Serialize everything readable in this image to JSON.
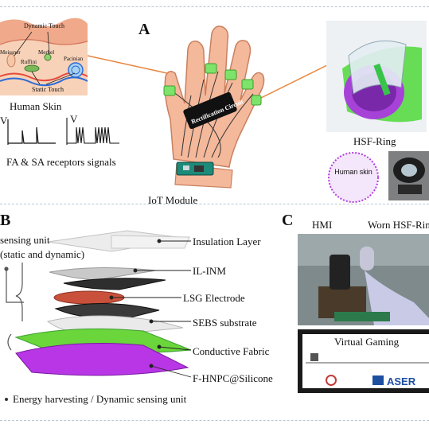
{
  "panel_a": {
    "letter": "A",
    "skin_labels": {
      "dynamic_touch": "Dynamic Touch",
      "static_touch": "Static Touch",
      "receptor_1": "Meissner",
      "receptor_2": "Ruffini",
      "receptor_3": "Merkel",
      "receptor_4": "Pacinian"
    },
    "human_skin": "Human Skin",
    "v_label": "V",
    "signals_caption": "FA & SA receptors signals",
    "rectification_circuit": "Rectification Circuit",
    "iot_module": "IoT Module",
    "hsf_ring": "HSF-Ring",
    "human_skin_circle": "Human skin"
  },
  "panel_b": {
    "letter": "B",
    "sensing_unit": "sensing unit",
    "sensing_unit_sub": "(static and dynamic)",
    "layers": [
      "Insulation Layer",
      "IL-INM",
      "LSG Electrode",
      "SEBS substrate",
      "Conductive Fabric",
      "F-HNPC@Silicone"
    ],
    "energy_unit": "Energy harvesting / Dynamic sensing unit"
  },
  "panel_c": {
    "letter": "C",
    "hmi": "HMI",
    "worn_ring": "Worn HSF-Ring",
    "virtual_gaming": "Virtual Gaming",
    "aser_logo": "ASER"
  },
  "colors": {
    "ring_green": "#6ee65a",
    "ring_purple": "#b23ce0",
    "skin": "#f2b69a",
    "accent_orange": "#e8843c"
  }
}
